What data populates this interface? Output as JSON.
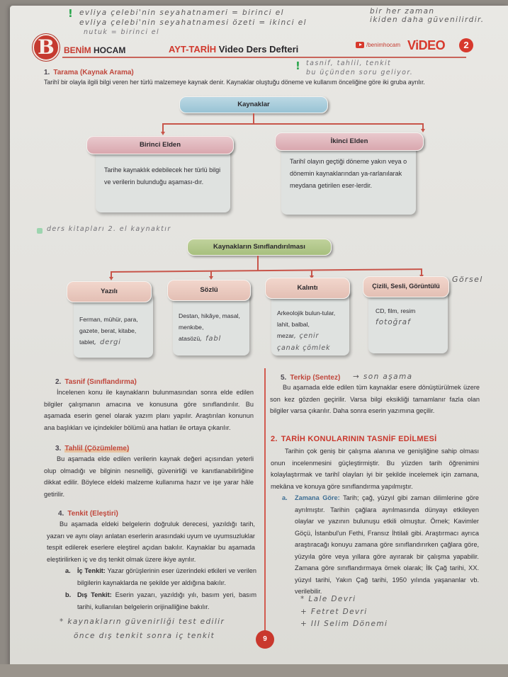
{
  "header": {
    "logo_letter": "B",
    "brand_part1": "BENİM",
    "brand_part2": "HOCAM",
    "title_part1": "AYT-TARİH",
    "title_part2": "Video Ders Defteri",
    "youtube_handle": "/benimhocam",
    "video_label": "ViDEO",
    "video_number": "2"
  },
  "handwritten_notes": {
    "top_line1": "evliya çelebi'nin seyahatnameri = birinci el",
    "top_line2": "evliya çelebi'nin seyahatnamesi özeti = ikinci el",
    "top_line3": "nutuk = birinci el",
    "top_right1": "bir her zaman",
    "top_right2": "ikiden daha güvenilirdir.",
    "mid_right1": "tasnif, tahlil, tenkit",
    "mid_right2": "bu üçünden soru geliyor.",
    "ders_kitaplari": "ders kitapları 2. el kaynaktır",
    "gorsel": "Görsel",
    "dergi": ", dergi",
    "fabl": ", fabl",
    "cenir": ", çenir",
    "canak": "çanak çömlek",
    "fotograf": "fotoğraf",
    "son_asama": "→ son aşama",
    "bottom_left1": "* kaynakların güvenirliği test edilir",
    "bottom_left2": "önce dış tenkit sonra iç tenkit",
    "list1": "* Lale Devri",
    "list2": "+ Fetret Devri",
    "list3": "+ III Selim Dönemi"
  },
  "section1": {
    "number": "1.",
    "title": "Tarama (Kaynak Arama)",
    "intro": "Tarihî bir olayla ilgili bilgi veren her türlü malzemeye kaynak denir. Kaynaklar oluştuğu döneme ve kullanım önceliğine göre iki gruba ayrılır."
  },
  "diagram1": {
    "root": "Kaynaklar",
    "left_title": "Birinci Elden",
    "left_text": "Tarihe kaynaklık edebilecek her türlü bilgi ve verilerin bulunduğu aşaması-dır.",
    "right_title": "İkinci Elden",
    "right_text": "Tarihî olayın geçtiği döneme yakın veya o dönemin kaynaklarından ya-rarlanılarak meydana getirilen eser-lerdir."
  },
  "diagram2": {
    "root": "Kaynakların Sınıflandırılması",
    "items": [
      {
        "title": "Yazılı",
        "text": "Ferman, mühür, para, gazete, berat, kitabe, tablet"
      },
      {
        "title": "Sözlü",
        "text": "Destan, hikâye, masal, menkıbe, atasözü"
      },
      {
        "title": "Kalıntı",
        "text": "Arkeolojik bulun-tular, lahit, balbal, mezar"
      },
      {
        "title": "Çizili, Sesli, Görüntülü",
        "text": "CD, film, resim"
      }
    ]
  },
  "left_column": {
    "s2_num": "2.",
    "s2_title": "Tasnif (Sınıflandırma)",
    "s2_text": "İncelenen konu ile kaynakların bulunmasından sonra elde edilen bilgiler çalışmanın amacına ve konusuna göre sınıflandırılır. Bu aşamada eserin genel olarak yazım planı yapılır. Araştırılan konunun ana başlıkları ve içindekiler bölümü ana hatları ile ortaya çıkarılır.",
    "s3_num": "3.",
    "s3_title": "Tahlil (Çözümleme)",
    "s3_text": "Bu aşamada elde edilen verilerin kaynak değeri açısından yeterli olup olmadığı ve bilginin nesnelliği, güvenirliği ve kanıtlanabilirliğine dikkat edilir. Böylece eldeki malzeme kullanıma hazır ve işe yarar hâle getirilir.",
    "s4_num": "4.",
    "s4_title": "Tenkit (Eleştiri)",
    "s4_text": "Bu aşamada eldeki belgelerin doğruluk derecesi, yazıldığı tarih, yazarı ve aynı olayı anlatan eserlerin arasındaki uyum ve uyumsuzluklar tespit edilerek eserlere eleştirel açıdan bakılır. Kaynaklar bu aşamada eleştirilirken iç ve dış tenkit olmak üzere ikiye ayrılır.",
    "a_label": "a.",
    "a_title": "İç Tenkit:",
    "a_text": "Yazar görüşlerinin eser üzerindeki etkileri ve verilen bilgilerin kaynaklarda ne şekilde yer aldığına bakılır.",
    "b_label": "b.",
    "b_title": "Dış Tenkit:",
    "b_text": "Eserin yazarı, yazıldığı yılı, basım yeri, basım tarihi, kullanılan belgelerin orijinalliğine bakılır."
  },
  "right_column": {
    "s5_num": "5.",
    "s5_title": "Terkip (Sentez)",
    "s5_text": "Bu aşamada elde edilen tüm kaynaklar esere dönüştürülmek üzere son kez gözden geçirilir. Varsa bilgi eksikliği tamamlanır fazla olan bilgiler varsa çıkarılır. Daha sonra eserin yazımına geçilir.",
    "h2_num": "2.",
    "h2_title": "TARİH KONULARININ TASNİF EDİLMESİ",
    "h2_text": "Tarihin çok geniş bir çalışma alanına ve genişliğine sahip olması onun incelenmesini güçleştirmiştir. Bu yüzden tarih öğrenimini kolaylaştırmak ve tarihî olayları iyi bir şekilde incelemek için zamana, mekâna ve konuya göre sınıflandırma yapılmıştır.",
    "za_label": "a.",
    "za_title": "Zamana Göre:",
    "za_text": "Tarih; çağ, yüzyıl gibi zaman dilimlerine göre ayrılmıştır. Tarihin çağlara ayrılmasında dünyayı etkileyen olaylar ve yazının bulunuşu etkili olmuştur. Örnek; Kavimler Göçü, İstanbul'un Fethi, Fransız İhtilali gibi. Araştırmacı ayrıca araştıracağı konuyu zamana göre sınıflandırırken çağlara göre, yüzyıla göre veya yıllara göre ayırarak bir çalışma yapabilir. Zamana göre sınıflandırmaya örnek olarak; İlk Çağ tarihi, XX. yüzyıl tarihi, Yakın Çağ tarihi, 1950 yılında yaşananlar vb. verilebilir."
  },
  "footer": {
    "page_number": "9"
  }
}
